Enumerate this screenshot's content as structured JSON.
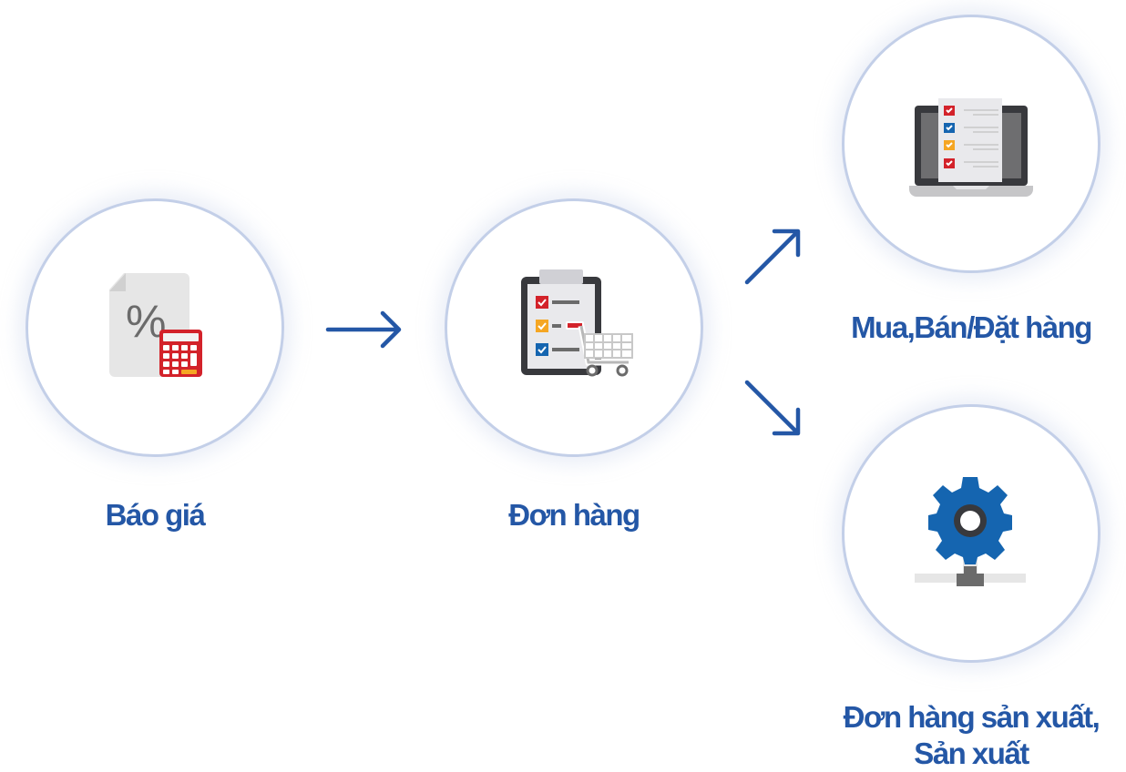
{
  "steps": [
    {
      "label": "Báo giá",
      "icon": "quote-calculator-icon"
    },
    {
      "label": "Đơn hàng",
      "icon": "order-clipboard-cart-icon"
    },
    {
      "label": "Mua,Bán/Đặt hàng",
      "icon": "laptop-checklist-icon"
    },
    {
      "label_line1": "Đơn hàng sản xuất,",
      "label_line2": "Sản xuất",
      "icon": "production-gear-icon"
    }
  ],
  "colors": {
    "accent": "#2457a6",
    "circle_border": "#c3cfe8",
    "red": "#d3222a",
    "orange": "#f5a623",
    "blue": "#1565b0"
  }
}
